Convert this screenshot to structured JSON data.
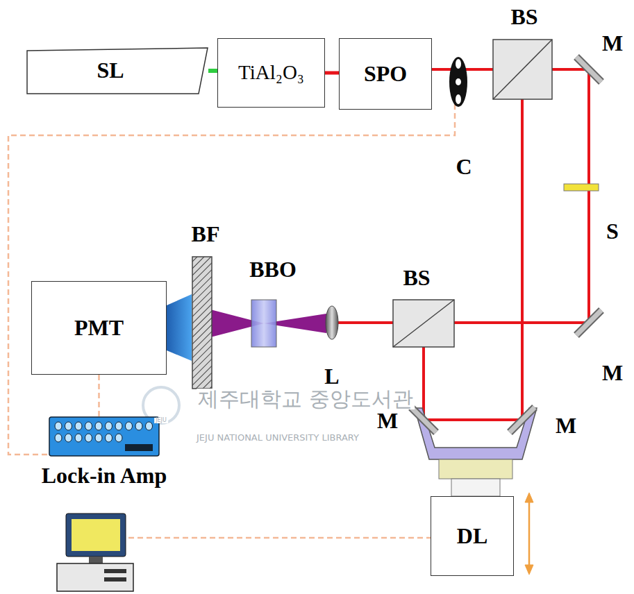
{
  "diagram": {
    "nodes": [
      {
        "text": [
          "SL"
        ]
      },
      {
        "text": [
          "TiAl₂O₃"
        ]
      },
      {
        "text": [
          "SPO"
        ]
      },
      {
        "text": [
          "PMT"
        ]
      },
      {
        "text": [
          "Lock-in Amp"
        ]
      },
      {
        "text": [
          "DL"
        ]
      }
    ],
    "edges": [
      {
        "from": 0,
        "to": 1,
        "arrow": "none"
      },
      {
        "from": 1,
        "to": 2,
        "arrow": "none"
      },
      {
        "from": 3,
        "to": 4,
        "arrow": "none"
      }
    ],
    "labels": [
      "BS",
      "M",
      "C",
      "S",
      "BF",
      "BBO",
      "BS",
      "L",
      "M",
      "M",
      "M",
      "JEJU",
      "제주대학교 중앙도서관",
      "JEJU NATIONAL UNIVERSITY LIBRARY"
    ]
  }
}
